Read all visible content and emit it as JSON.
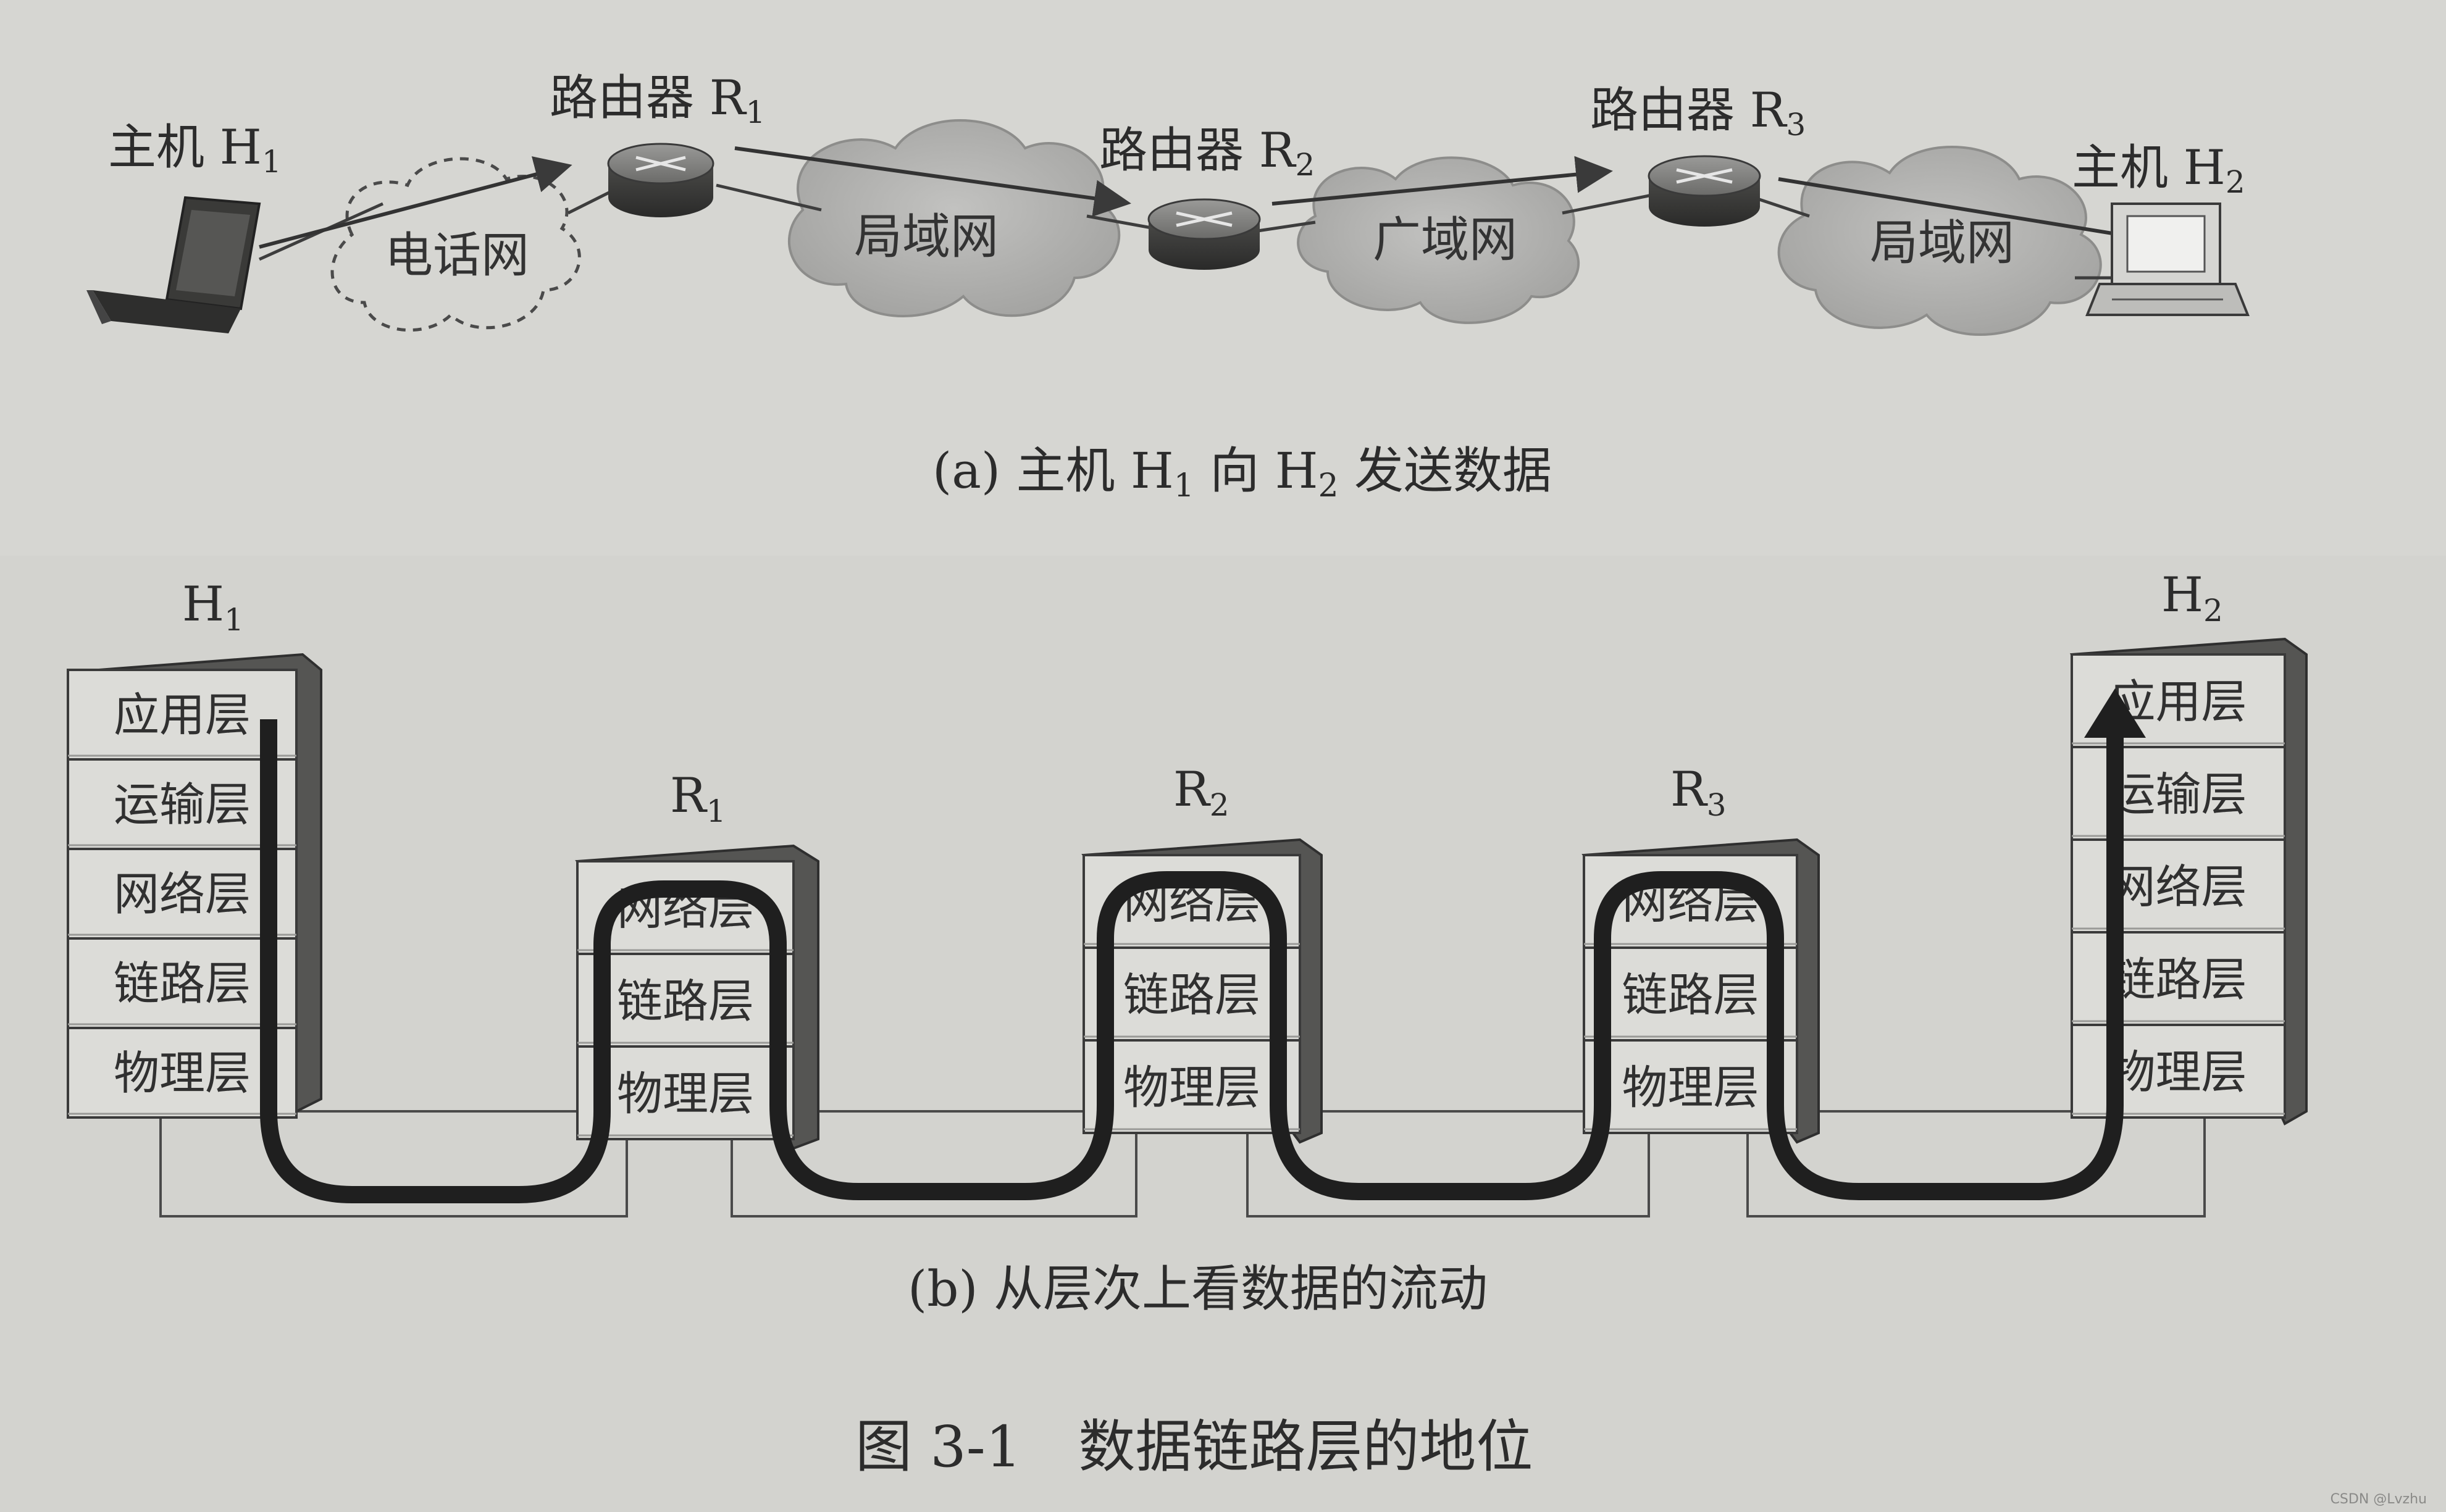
{
  "diagram_a": {
    "host_h1": {
      "prefix": "主机 H",
      "sub": "1"
    },
    "host_h2": {
      "prefix": "主机 H",
      "sub": "2"
    },
    "router_r1": {
      "prefix": "路由器 R",
      "sub": "1"
    },
    "router_r2": {
      "prefix": "路由器 R",
      "sub": "2"
    },
    "router_r3": {
      "prefix": "路由器 R",
      "sub": "3"
    },
    "cloud_phone": "电话网",
    "cloud_lan1": "局域网",
    "cloud_wan": "广域网",
    "cloud_lan2": "局域网",
    "caption": {
      "t1": "(a) 主机 H",
      "s1": "1",
      "t2": " 向 H",
      "s2": "2",
      "t3": " 发送数据"
    }
  },
  "diagram_b": {
    "h1": {
      "name": "H",
      "sub": "1"
    },
    "h2": {
      "name": "H",
      "sub": "2"
    },
    "r1": {
      "name": "R",
      "sub": "1"
    },
    "r2": {
      "name": "R",
      "sub": "2"
    },
    "r3": {
      "name": "R",
      "sub": "3"
    },
    "host_layers": [
      "应用层",
      "运输层",
      "网络层",
      "链路层",
      "物理层"
    ],
    "router_layers": [
      "网络层",
      "链路层",
      "物理层"
    ],
    "caption": "(b) 从层次上看数据的流动"
  },
  "figure_caption": "图 3-1　数据链路层的地位",
  "watermark": "CSDN @Lvzhu"
}
